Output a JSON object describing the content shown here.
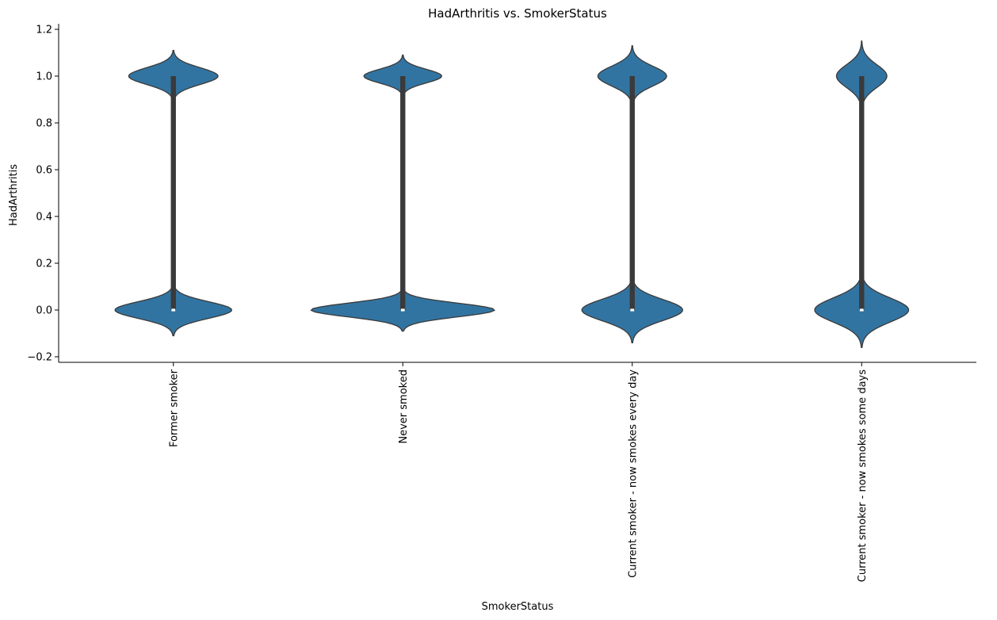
{
  "chart_data": {
    "type": "violin",
    "title": "HadArthritis vs. SmokerStatus",
    "xlabel": "SmokerStatus",
    "ylabel": "HadArthritis",
    "ylim": [
      -0.22,
      1.22
    ],
    "y_ticks": [
      -0.2,
      0.0,
      0.2,
      0.4,
      0.6,
      0.8,
      1.0,
      1.2
    ],
    "y_tick_labels": [
      "−0.2",
      "0.0",
      "0.2",
      "0.4",
      "0.6",
      "0.8",
      "1.0",
      "1.2"
    ],
    "grid": false,
    "color": "#3274a1",
    "edge_color": "#3a3a3a",
    "categories": [
      "Former smoker",
      "Never smoked",
      "Current smoker - now smokes every day",
      "Current smoker - now smokes some days"
    ],
    "violins": [
      {
        "category": "Former smoker",
        "lower_half_width": 0.51,
        "lower_extent": 0.11,
        "upper_half_width": 0.39,
        "upper_extent": 0.11,
        "box": {
          "q1": 0.0,
          "median": 0.0,
          "q3": 1.0
        },
        "whisker": [
          0.0,
          1.0
        ]
      },
      {
        "category": "Never smoked",
        "lower_half_width": 0.8,
        "lower_extent": 0.09,
        "upper_half_width": 0.34,
        "upper_extent": 0.09,
        "box": {
          "q1": 0.0,
          "median": 0.0,
          "q3": 1.0
        },
        "whisker": [
          0.0,
          1.0
        ]
      },
      {
        "category": "Current smoker - now smokes every day",
        "lower_half_width": 0.44,
        "lower_extent": 0.14,
        "upper_half_width": 0.3,
        "upper_extent": 0.13,
        "box": {
          "q1": 0.0,
          "median": 0.0,
          "q3": 1.0
        },
        "whisker": [
          0.0,
          1.0
        ]
      },
      {
        "category": "Current smoker - now smokes some days",
        "lower_half_width": 0.41,
        "lower_extent": 0.16,
        "upper_half_width": 0.22,
        "upper_extent": 0.15,
        "box": {
          "q1": 0.0,
          "median": 0.0,
          "q3": 1.0
        },
        "whisker": [
          0.0,
          1.0
        ]
      }
    ]
  }
}
